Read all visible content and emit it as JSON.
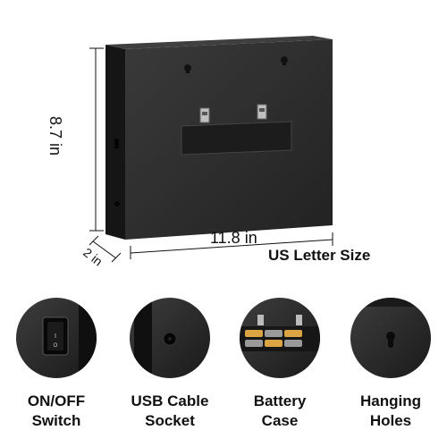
{
  "dimensions": {
    "height": "8.7 in",
    "width": "11.8 in",
    "depth": "2 in",
    "size_name": "US Letter Size"
  },
  "features": [
    {
      "line1": "ON/OFF",
      "line2": "Switch",
      "icon": "rocker-switch"
    },
    {
      "line1": "USB Cable",
      "line2": "Socket",
      "icon": "usb-socket"
    },
    {
      "line1": "Battery",
      "line2": "Case",
      "icon": "battery-compartment"
    },
    {
      "line1": "Hanging",
      "line2": "Holes",
      "icon": "keyhole"
    }
  ],
  "colors": {
    "box_front": "#2b2b2b",
    "box_side": "#151515",
    "background": "#ffffff"
  }
}
